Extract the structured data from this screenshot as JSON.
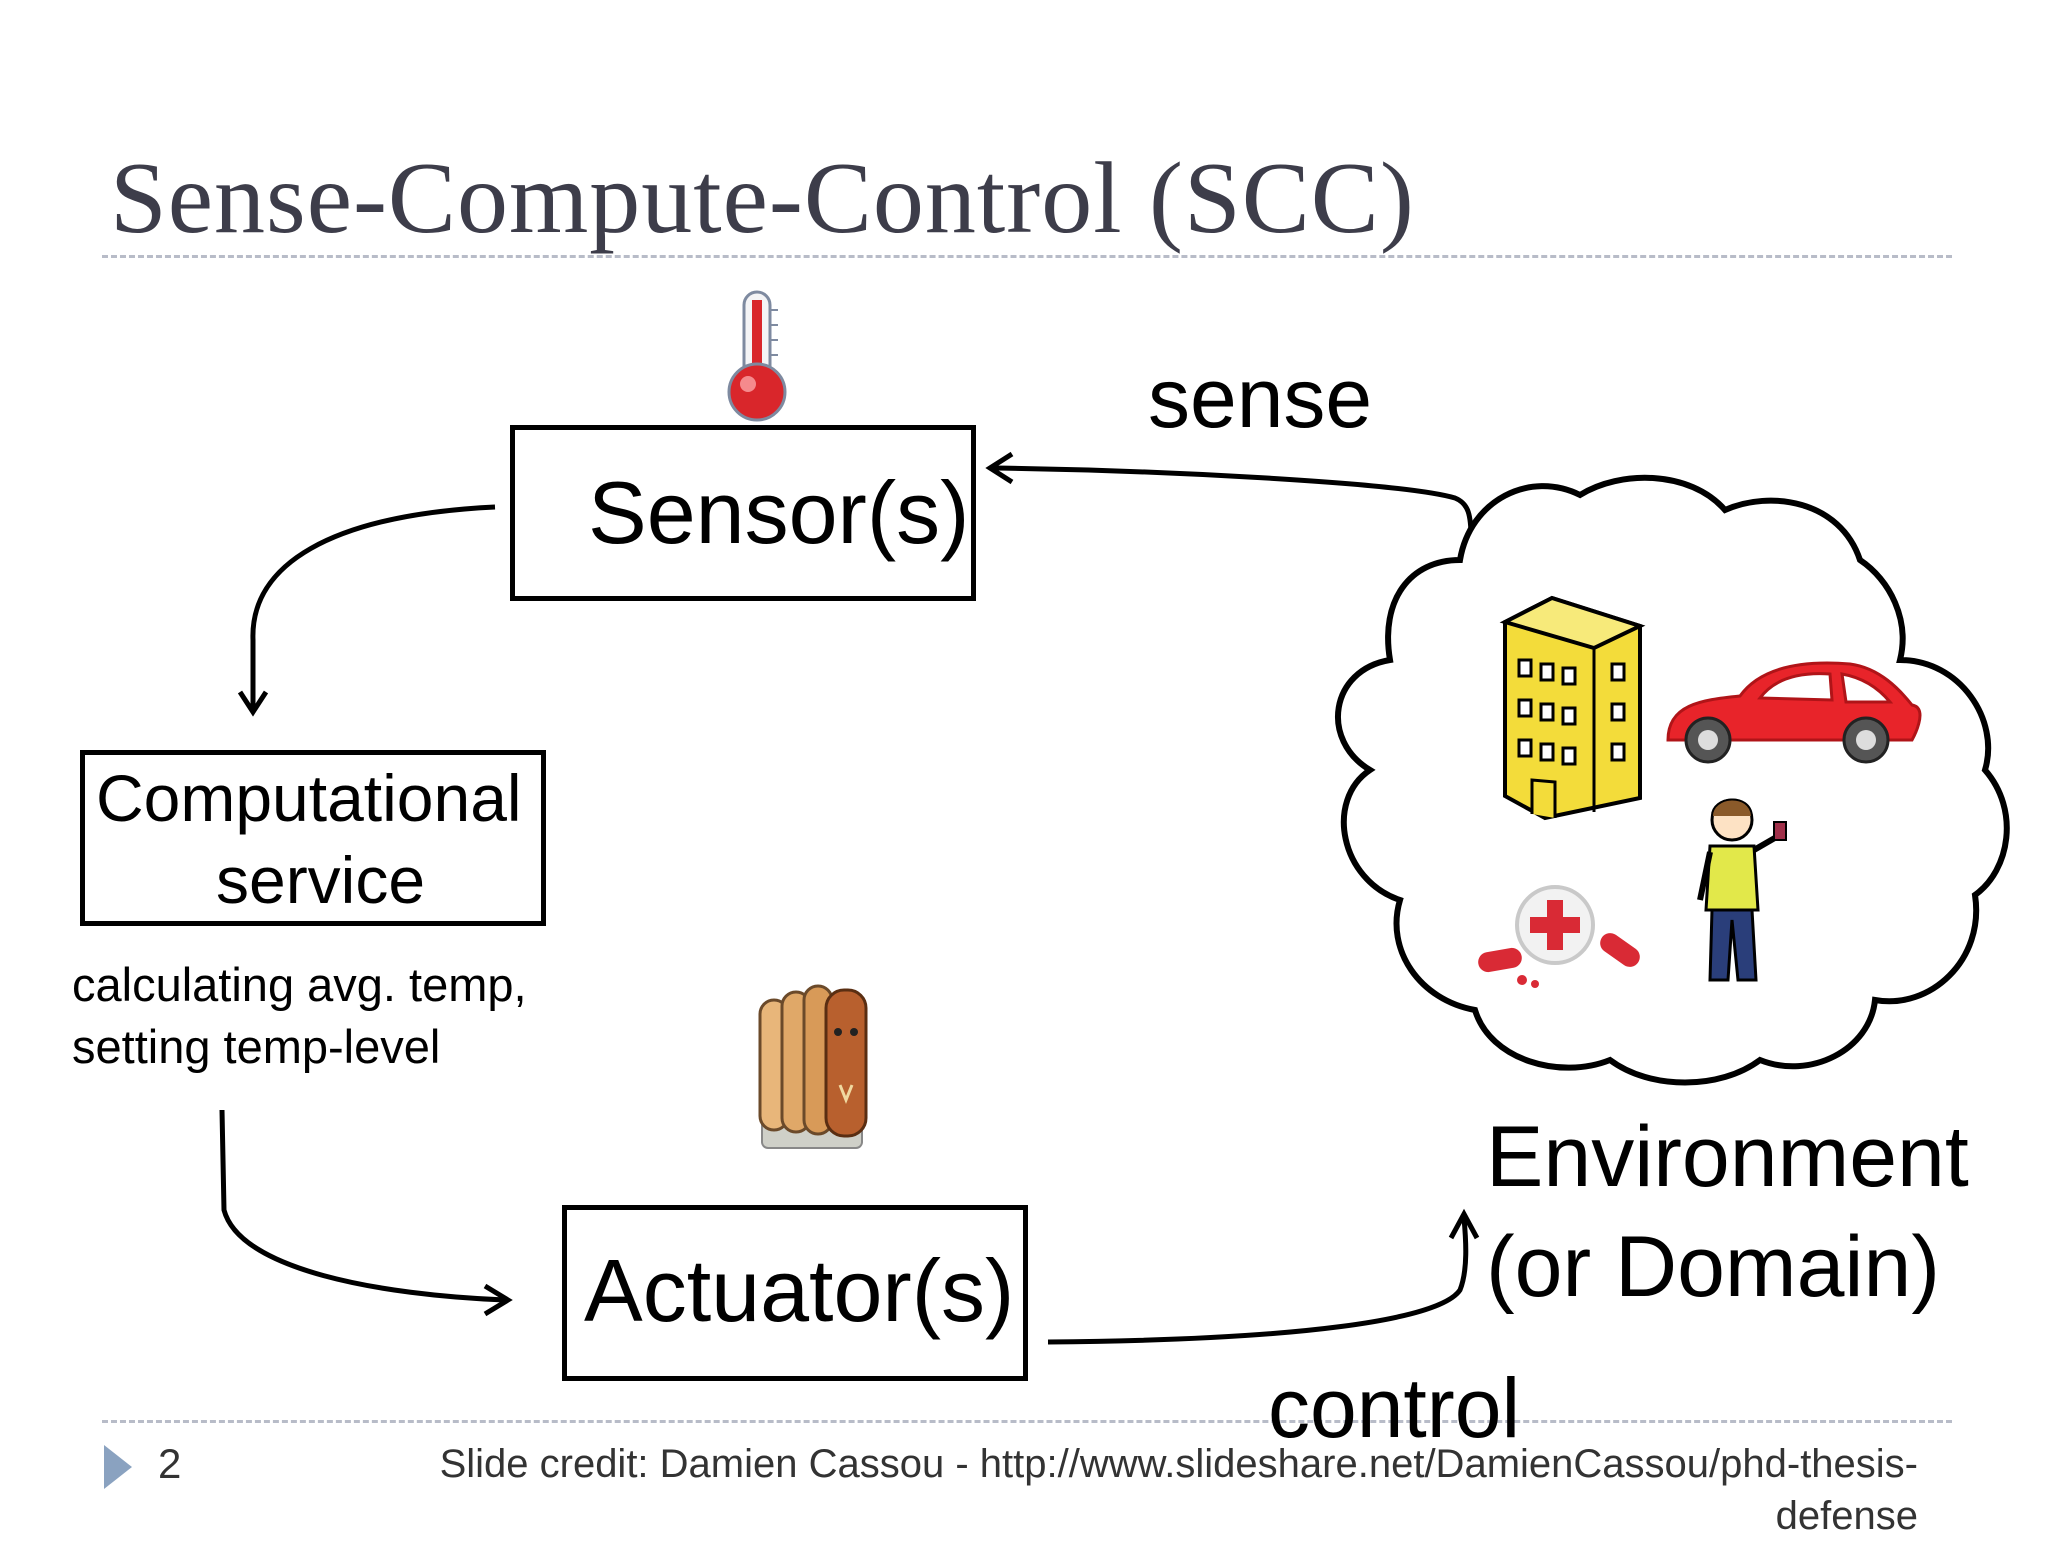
{
  "slide": {
    "title": "Sense-Compute-Control (SCC)",
    "page_number": "2",
    "credit_line1": "Slide credit: Damien Cassou - http://www.slideshare.net/DamienCassou/phd-thesis-",
    "credit_line2": "defense"
  },
  "diagram": {
    "nodes": {
      "sensor": "Sensor(s)",
      "computational_line1": "Computational",
      "computational_line2": "service",
      "actuator": "Actuator(s)",
      "environment_line1": "Environment",
      "environment_line2": "(or Domain)"
    },
    "description_line1": "calculating avg. temp,",
    "description_line2": "setting temp-level",
    "edges": {
      "sense": "sense",
      "control": "control"
    },
    "icons": [
      "thermometer-icon",
      "radiator-icon",
      "building-icon",
      "car-icon",
      "person-icon",
      "pills-icon"
    ]
  },
  "colors": {
    "title": "#3d3d4a",
    "rule": "#b8bcc8",
    "bullet": "#8aa2c0",
    "car": "#e8242a",
    "building": "#f3dc3a",
    "thermometer": "#d9262b"
  }
}
